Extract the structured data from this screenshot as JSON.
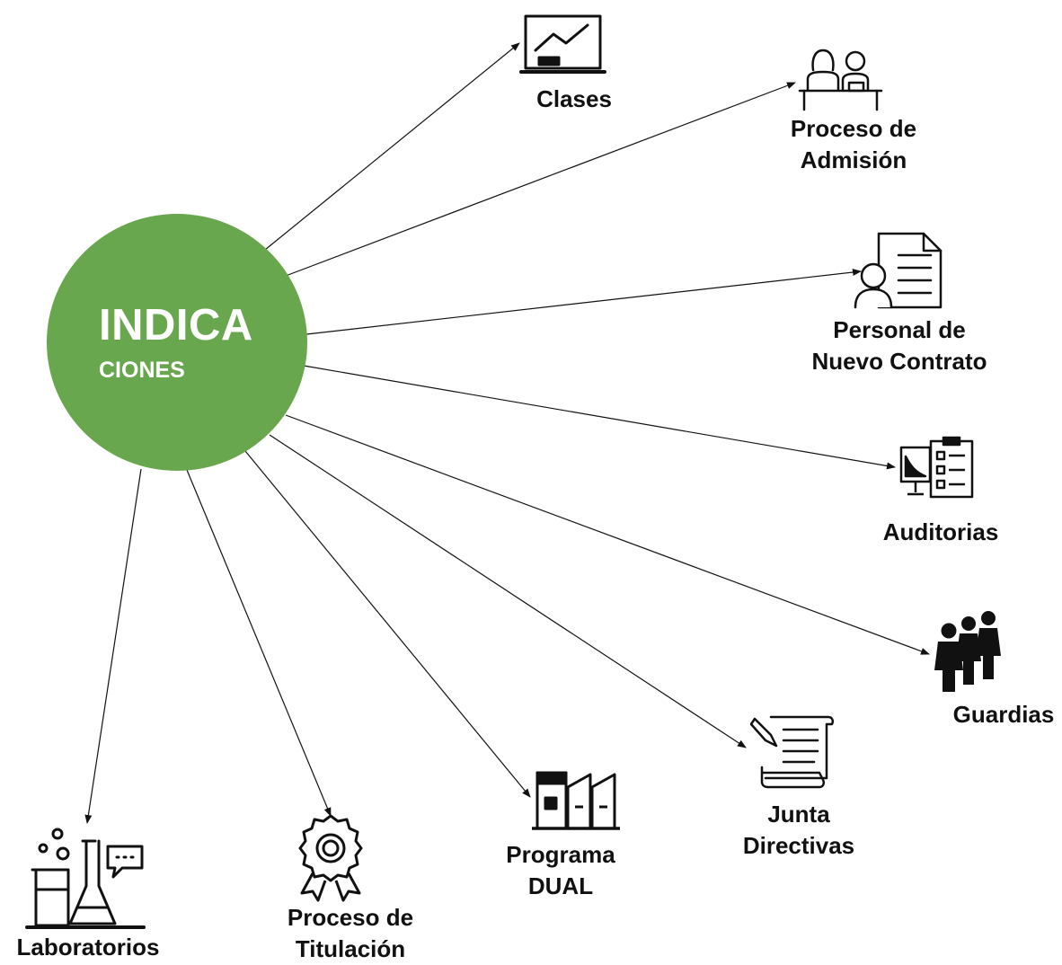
{
  "hub": {
    "title": "INDICA",
    "subtitle": "CIONES",
    "color": "#69a74e"
  },
  "nodes": {
    "clases": {
      "lines": [
        "Clases"
      ],
      "icon": "chalkboard-chart-icon"
    },
    "admision": {
      "lines": [
        "Proceso de",
        "Admisión"
      ],
      "icon": "interview-desk-icon"
    },
    "personal": {
      "lines": [
        "Personal de",
        "Nuevo Contrato"
      ],
      "icon": "resume-document-icon"
    },
    "auditorias": {
      "lines": [
        "Auditorias"
      ],
      "icon": "monitor-checklist-icon"
    },
    "guardias": {
      "lines": [
        "Guardias"
      ],
      "icon": "people-queue-icon"
    },
    "junta": {
      "lines": [
        "Junta",
        "Directivas"
      ],
      "icon": "scroll-quill-icon"
    },
    "dual": {
      "lines": [
        "Programa",
        "DUAL"
      ],
      "icon": "binders-icon"
    },
    "titulacion": {
      "lines": [
        "Proceso de",
        "Titulación"
      ],
      "icon": "award-ribbon-icon"
    },
    "laboratorios": {
      "lines": [
        "Laboratorios"
      ],
      "icon": "lab-flasks-icon"
    }
  }
}
